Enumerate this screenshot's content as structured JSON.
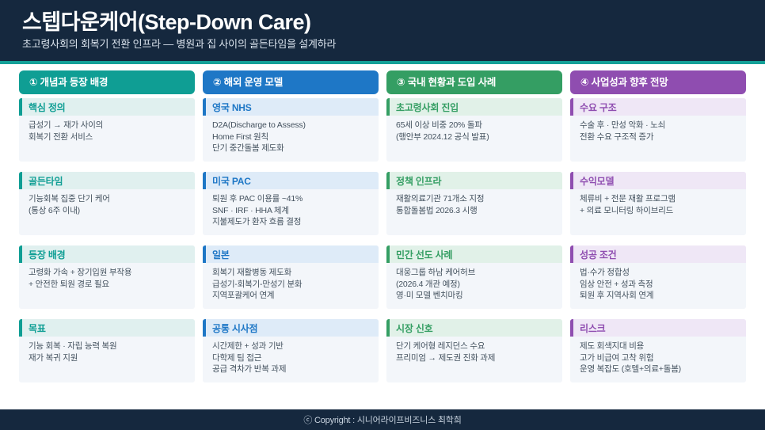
{
  "banner": {
    "title": "스텝다운케어(Step-Down Care)",
    "subtitle": "초고령사회의 회복기 전환 인프라 — 병원과 집 사이의 골든타임을 설계하라"
  },
  "footer": {
    "copyright": "ⓒ Copyright : 시니어라이프비즈니스 최학희"
  },
  "colors": {
    "banner_bg": "#15283E",
    "accent_line": "#14A098",
    "section_bg": "#F3F6FA",
    "body_text": "#44525F"
  },
  "columns": [
    {
      "header": "① 개념과 등장 배경",
      "accent": "#0F9E94",
      "tint": "#E0F0EF",
      "sections": [
        {
          "label": "핵심 정의",
          "lines": [
            "급성기 → 재가 사이의",
            "회복기 전환 서비스"
          ]
        },
        {
          "label": "골든타임",
          "lines": [
            "기능회복 집중 단기 케어",
            "(통상 6주 이내)"
          ]
        },
        {
          "label": "등장 배경",
          "lines": [
            "고령화 가속 + 장기입원 부작용",
            "+ 안전한 퇴원 경로 필요"
          ]
        },
        {
          "label": "목표",
          "lines": [
            "기능 회복 · 자립 능력 복원",
            "재가 복귀 지원"
          ]
        }
      ]
    },
    {
      "header": "② 해외 운영 모델",
      "accent": "#1E77C6",
      "tint": "#DEEBF8",
      "sections": [
        {
          "label": "영국 NHS",
          "lines": [
            "D2A(Discharge to Assess)",
            "Home First 원칙",
            "단기 중간돌봄 제도화"
          ]
        },
        {
          "label": "미국 PAC",
          "lines": [
            "퇴원 후 PAC 이용률 ~41%",
            "SNF · IRF · HHA 체계",
            "지불제도가 환자 흐름 결정"
          ]
        },
        {
          "label": "일본",
          "lines": [
            "회복기 재활병동 제도화",
            "급성기-회복기-만성기 분화",
            "지역포괄케어 연계"
          ]
        },
        {
          "label": "공통 시사점",
          "lines": [
            "시간제한 + 성과 기반",
            "다학제 팀 접근",
            "공급 격차가 반복 과제"
          ]
        }
      ]
    },
    {
      "header": "③ 국내 현황과 도입 사례",
      "accent": "#349E63",
      "tint": "#E1F1E8",
      "sections": [
        {
          "label": "초고령사회 진입",
          "lines": [
            "65세 이상 비중 20% 돌파",
            "(행안부 2024.12 공식 발표)"
          ]
        },
        {
          "label": "정책 인프라",
          "lines": [
            "재활의료기관 71개소 지정",
            "통합돌봄법 2026.3 시행"
          ]
        },
        {
          "label": "민간 선도 사례",
          "lines": [
            "대웅그룹 하남 케어허브",
            "(2026.4 개관 예정)",
            "영·미 모델 벤치마킹"
          ]
        },
        {
          "label": "시장 신호",
          "lines": [
            "단기 케어형 레지던스 수요",
            "프리미엄 → 제도권 진화 과제"
          ]
        }
      ]
    },
    {
      "header": "④ 사업성과 향후 전망",
      "accent": "#8F4DB0",
      "tint": "#EFE7F6",
      "sections": [
        {
          "label": "수요 구조",
          "lines": [
            "수술 후 · 만성 악화 · 노쇠",
            "전환 수요 구조적 증가"
          ]
        },
        {
          "label": "수익모델",
          "lines": [
            "체류비 + 전문 재활 프로그램",
            "+ 의료 모니터링 하이브리드"
          ]
        },
        {
          "label": "성공 조건",
          "lines": [
            "법·수가 정합성",
            "임상 안전 + 성과 측정",
            "퇴원 후 지역사회 연계"
          ]
        },
        {
          "label": "리스크",
          "lines": [
            "제도 회색지대 비용",
            "고가 비급여 고착 위험",
            "운영 복잡도 (호텔+의료+돌봄)"
          ]
        }
      ]
    }
  ]
}
